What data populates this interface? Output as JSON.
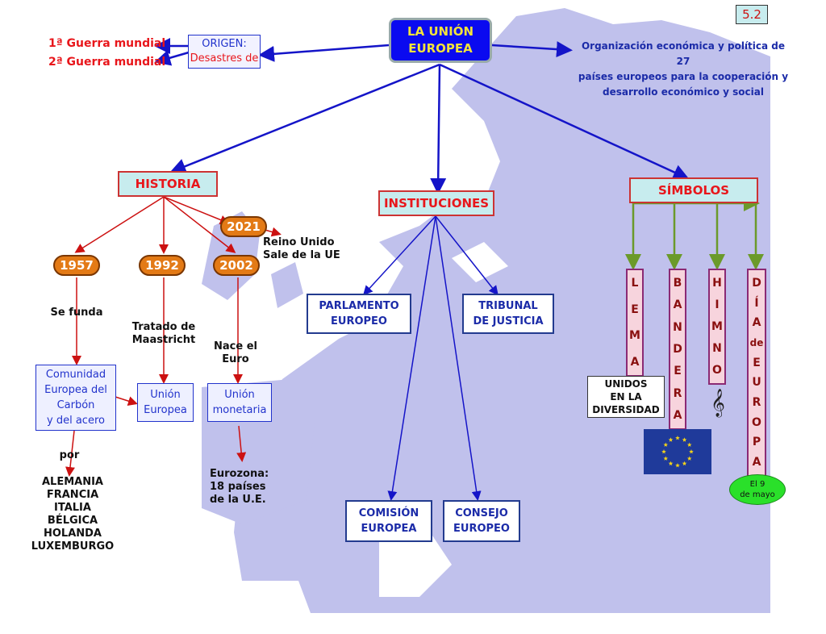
{
  "page_number": "5.2",
  "center": {
    "line1": "LA UNIÓN",
    "line2": "EUROPEA",
    "fill": "#0a0af0",
    "text_color": "#f3e33a"
  },
  "origen": {
    "label": "ORIGEN:",
    "value": "Desastres de"
  },
  "wars": [
    "1ª Guerra mundial",
    "2ª Guerra mundial"
  ],
  "definition": [
    "Organización económica y política de 27",
    "países europeos  para  la cooperación y",
    "desarrollo económico y social"
  ],
  "historia": {
    "title": "HISTORIA",
    "years": [
      "1957",
      "1992",
      "2002",
      "2021"
    ],
    "year_2021_text": [
      "Reino Unido",
      "Sale de la UE"
    ],
    "se_funda": "Se funda",
    "tratado": [
      "Tratado de",
      "Maastricht"
    ],
    "nace": [
      "Nace el",
      "Euro"
    ],
    "comunidad": [
      "Comunidad",
      "Europea del",
      "Carbón",
      "y del acero"
    ],
    "union_europea": [
      "Unión",
      "Europea"
    ],
    "union_monetaria": [
      "Unión",
      "monetaria"
    ],
    "por": "por",
    "countries": [
      "ALEMANIA",
      "FRANCIA",
      "ITALIA",
      "BÉLGICA",
      "HOLANDA",
      "LUXEMBURGO"
    ],
    "eurozona": [
      "Eurozona:",
      "18 países",
      "de la U.E."
    ]
  },
  "instituciones": {
    "title": "INSTITUCIONES",
    "parlamento": [
      "PARLAMENTO",
      "EUROPEO"
    ],
    "tribunal": [
      "TRIBUNAL",
      "DE JUSTICIA"
    ],
    "comision": [
      "COMISIÓN",
      "EUROPEA"
    ],
    "consejo": [
      "CONSEJO",
      "EUROPEO"
    ]
  },
  "simbolos": {
    "title": "SÍMBOLOS",
    "lema": [
      "L",
      "E",
      "M",
      "A"
    ],
    "bandera": [
      "B",
      "A",
      "N",
      "D",
      "E",
      "R",
      "A"
    ],
    "himno": [
      "H",
      "I",
      "M",
      "N",
      "O"
    ],
    "dia": [
      "D",
      "Í",
      "A",
      "de",
      "E",
      "U",
      "R",
      "O",
      "P",
      "A"
    ],
    "lema_text": [
      "UNIDOS",
      "EN  LA",
      "DIVERSIDAD"
    ],
    "dia_text": [
      "El 9",
      "de mayo"
    ],
    "music_icon": "treble-clef-icon",
    "flag_icon": "eu-flag-icon"
  },
  "colors": {
    "map": "#c0c1ec",
    "red_arrow": "#cc1111",
    "blue_arrow": "#1414c8",
    "green_arrow": "#6b9a2a"
  }
}
